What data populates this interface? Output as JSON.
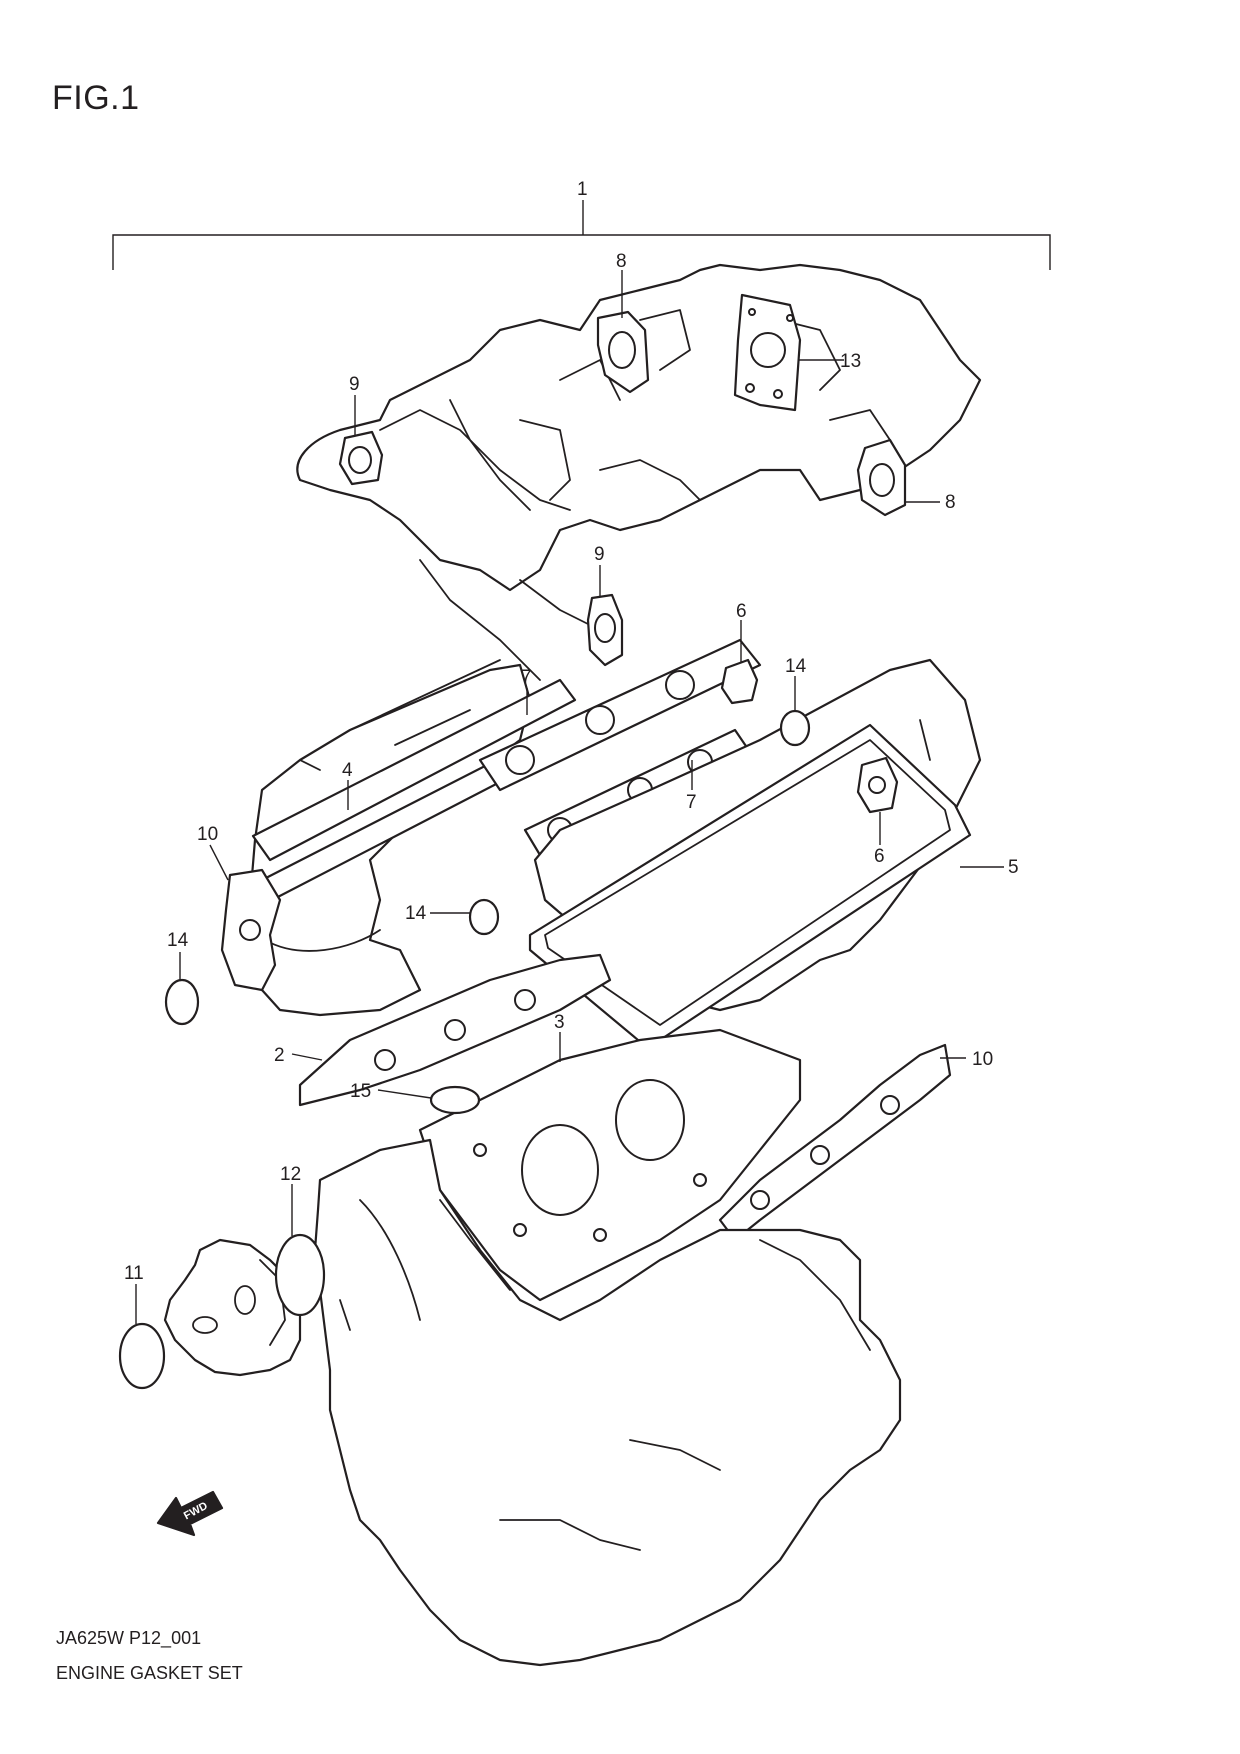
{
  "figure_label": "FIG.1",
  "callouts": {
    "c1": "1",
    "c2": "2",
    "c3": "3",
    "c4": "4",
    "c5": "5",
    "c6a": "6",
    "c6b": "6",
    "c7a": "7",
    "c7b": "7",
    "c8a": "8",
    "c8b": "8",
    "c9a": "9",
    "c9b": "9",
    "c10a": "10",
    "c10b": "10",
    "c11": "11",
    "c12": "12",
    "c13": "13",
    "c14a": "14",
    "c14b": "14",
    "c14c": "14",
    "c15": "15"
  },
  "fwd_arrow_label": "FWD",
  "footer": {
    "code": "JA625W P12_001",
    "name": "ENGINE GASKET SET"
  }
}
